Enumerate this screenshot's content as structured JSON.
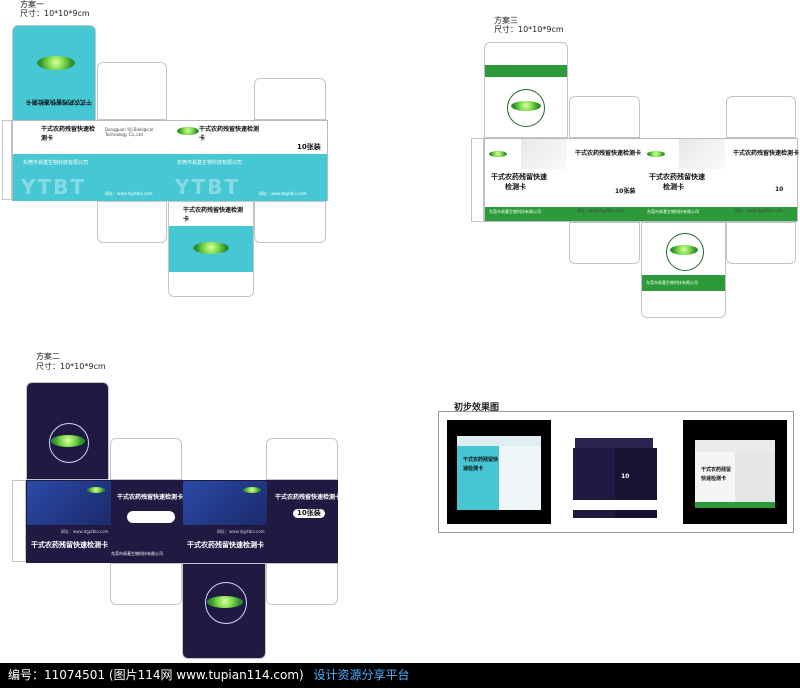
{
  "plan1": {
    "name": "方案一",
    "size": "尺寸：10*10*9cm"
  },
  "plan2": {
    "name": "方案二",
    "size": "尺寸：10*10*9cm"
  },
  "plan3": {
    "name": "方案三",
    "size": "尺寸：10*10*9cm"
  },
  "effects": {
    "title": "初步效果图"
  },
  "product": {
    "title": "干式农药残留快速检测卡",
    "title_line1": "干式农药残留快速",
    "title_line1_b": "干式农药残留快速",
    "title_line2": "检测卡",
    "quantity": "10",
    "quantity_unit": "张装",
    "quantity_box": "10张装",
    "company_cn": "东莞市易基生物科技有限公司",
    "company_en": "Dongguan YiJi Biological Technology Co.,Ltd",
    "website": "网址：www.dgytbio.com",
    "brand": "YTBT",
    "rotated_label_1": "干式农药残留快速检测卡",
    "green_banner": "东莞市易基生物科技有限公司"
  },
  "footer": {
    "id_text": "编号：11074501 (图片114网 www.tupian114.com)",
    "tagline": "设计资源分享平台"
  },
  "colors": {
    "teal": "#45c7d4",
    "navy": "#201a42",
    "green": "#2c9a3a",
    "footer": "#000000"
  }
}
